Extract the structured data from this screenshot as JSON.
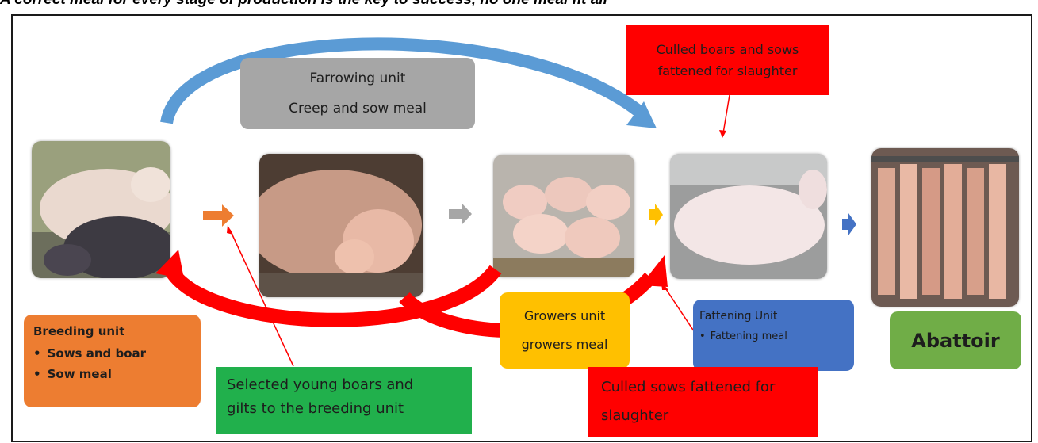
{
  "heading": "A correct meal for every stage of production is the key to success, no one meal fit all",
  "boxes": {
    "farrowing": {
      "line1": "Farrowing unit",
      "line2": "Creep and sow meal"
    },
    "culled_top": {
      "line1": "Culled boars and sows",
      "line2": "fattened for slaughter"
    },
    "breeding": {
      "title": "Breeding unit",
      "items": [
        "Sows and boar",
        "Sow meal"
      ]
    },
    "selected": {
      "line1": "Selected young boars and",
      "line2": "gilts to the breeding unit"
    },
    "growers": {
      "line1": "Growers unit",
      "line2": "growers meal"
    },
    "fattening": {
      "title": "Fattening Unit",
      "items": [
        "Fattening meal"
      ]
    },
    "culled_bottom": {
      "line1": "Culled sows fattened for",
      "line2": "slaughter"
    },
    "abattoir": {
      "label": "Abattoir"
    }
  },
  "colors": {
    "farrowing_box": "#a6a6a6",
    "culled_box": "#ff0000",
    "breeding_box": "#ed7d31",
    "selected_box": "#21b04c",
    "growers_box": "#ffc000",
    "fattening_box": "#4472c4",
    "abattoir_box": "#70ad47",
    "top_arc": "#5b9bd5",
    "cycle_arc": "#ff0000",
    "arrow_breeding_to_farrowing": "#ed7d31",
    "arrow_farrowing_to_growers": "#a6a6a6",
    "arrow_growers_to_fattening": "#ffc000",
    "arrow_fattening_to_abattoir": "#4472c4"
  },
  "photos": [
    "breeding-pigs-photo",
    "sow-with-piglets-photo",
    "growing-pigs-photo",
    "fattened-pig-photo",
    "carcasses-photo"
  ]
}
